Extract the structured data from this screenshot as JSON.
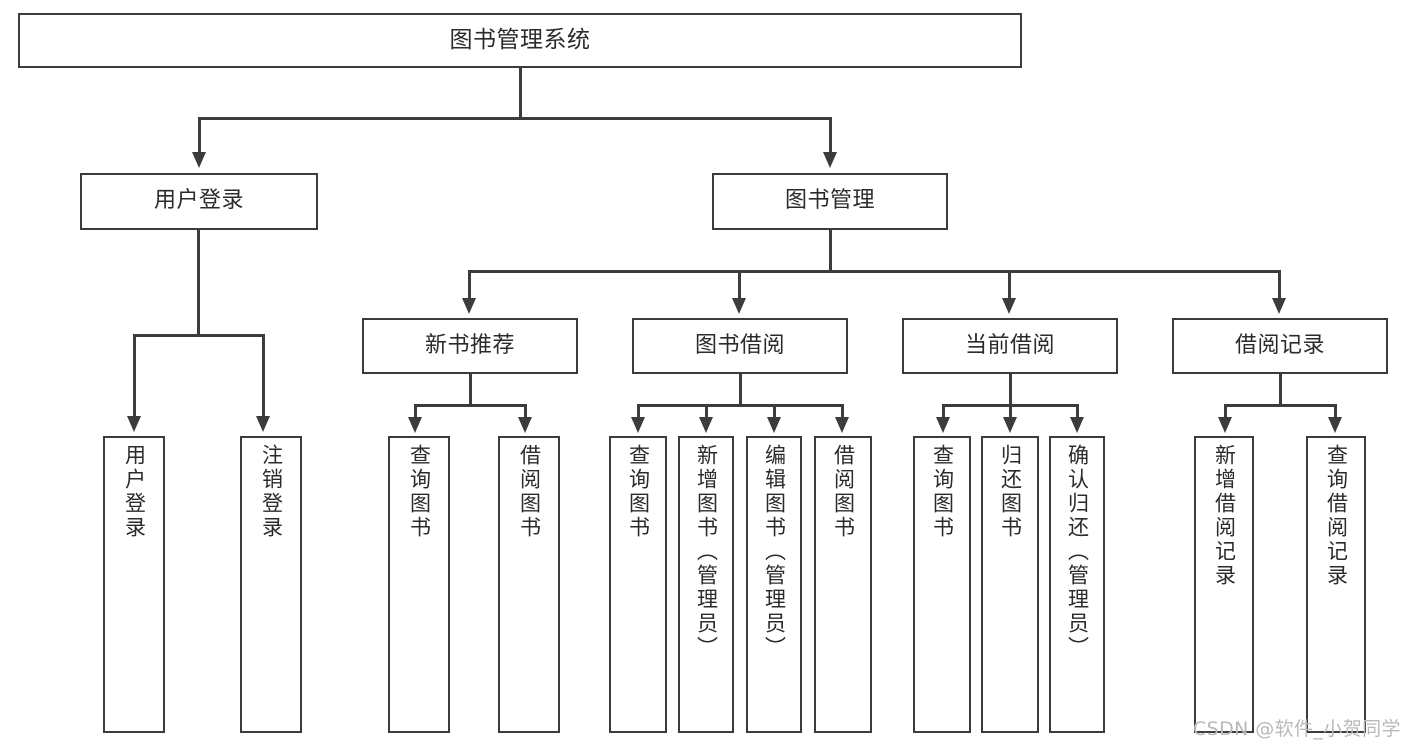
{
  "diagram": {
    "title": "图书管理系统",
    "type": "hierarchy-tree",
    "root": {
      "label": "图书管理系统"
    },
    "level2": [
      {
        "label": "用户登录"
      },
      {
        "label": "图书管理"
      }
    ],
    "level3": [
      {
        "label": "新书推荐"
      },
      {
        "label": "图书借阅"
      },
      {
        "label": "当前借阅"
      },
      {
        "label": "借阅记录"
      }
    ],
    "leaves": {
      "user_login": [
        {
          "label": "用户登录"
        },
        {
          "label": "注销登录"
        }
      ],
      "new_book_recommend": [
        {
          "label": "查询图书"
        },
        {
          "label": "借阅图书"
        }
      ],
      "book_borrow": [
        {
          "label": "查询图书"
        },
        {
          "label": "新增图书（管理员）"
        },
        {
          "label": "编辑图书（管理员）"
        },
        {
          "label": "借阅图书"
        }
      ],
      "current_borrow": [
        {
          "label": "查询图书"
        },
        {
          "label": "归还图书"
        },
        {
          "label": "确认归还（管理员）"
        }
      ],
      "borrow_record": [
        {
          "label": "新增借阅记录"
        },
        {
          "label": "查询借阅记录"
        }
      ]
    }
  },
  "watermark": {
    "text": "CSDN @软件_小贺同学"
  },
  "colors": {
    "stroke": "#3c3c3c",
    "text": "#2b2b2b",
    "background": "#ffffff",
    "watermark": "#b9b9b9"
  }
}
